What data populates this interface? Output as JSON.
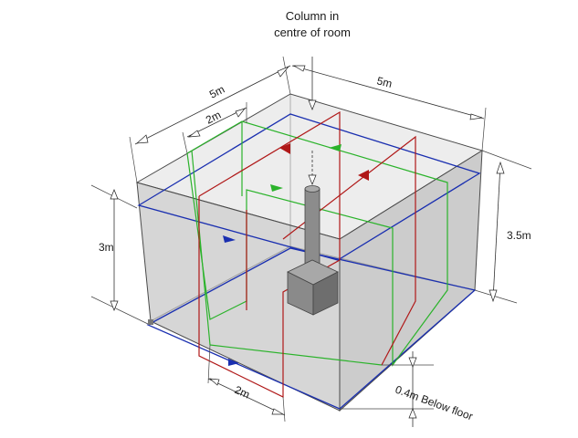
{
  "annotation": {
    "column_line1": "Column in",
    "column_line2": "centre of room"
  },
  "dimensions": {
    "top_length": "5m",
    "top_width": "5m",
    "loop_spacing_top": "2m",
    "loop_spacing_bottom": "2m",
    "loop_height": "3m",
    "room_height": "3.5m",
    "below_floor": "0.4m Below floor"
  },
  "colors": {
    "loop_blue": "#1a2fb0",
    "loop_green": "#2bb32b",
    "loop_red": "#b01818",
    "room_face_front": "#d9d9d9",
    "room_face_side": "#bdbdbd",
    "room_face_top": "#efefef",
    "column": "#8c8c8c"
  }
}
